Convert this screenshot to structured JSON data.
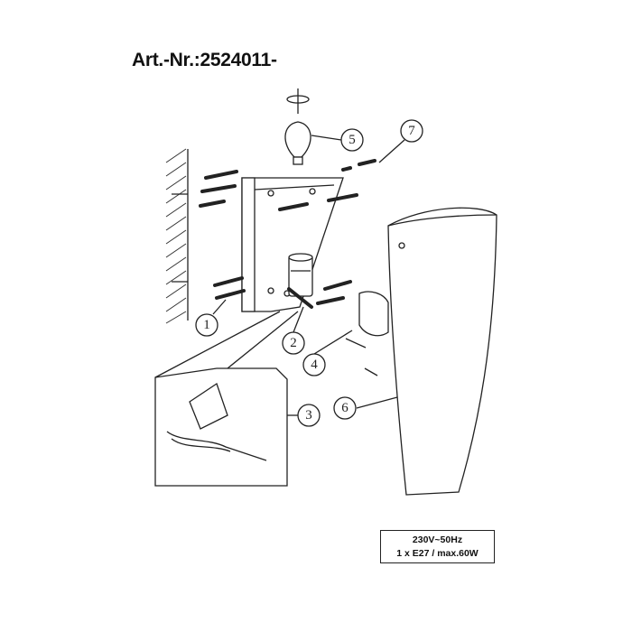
{
  "title": "Art.-Nr.:2524011-",
  "spec": {
    "line1": "230V~50Hz",
    "line2": "1 x E27 / max.60W"
  },
  "callouts": [
    "1",
    "2",
    "3",
    "4",
    "5",
    "6",
    "7"
  ]
}
